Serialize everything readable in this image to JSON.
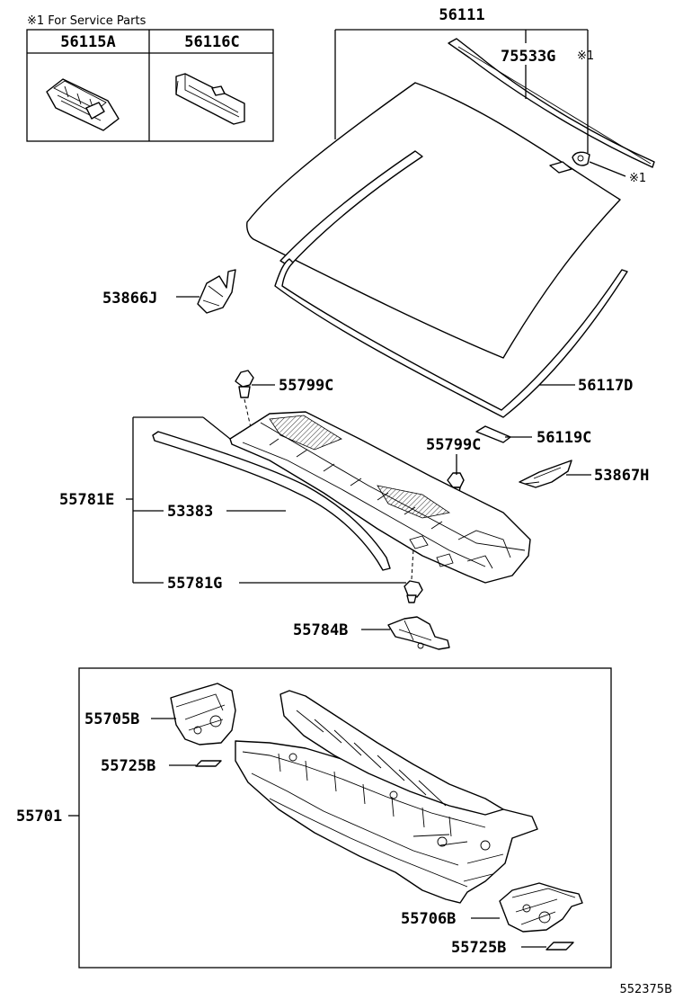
{
  "service_note": "※1 For Service Parts",
  "service_table": {
    "col1": "56115A",
    "col2": "56116C"
  },
  "labels": {
    "p56111": "56111",
    "p75533G": "75533G",
    "mark_top": "※1",
    "mark_clip": "※1",
    "p53866J": "53866J",
    "p55799C_top": "55799C",
    "p56117D": "56117D",
    "p55799C_mid": "55799C",
    "p56119C": "56119C",
    "p53867H": "53867H",
    "p55781E": "55781E",
    "p53383": "53383",
    "p55781G": "55781G",
    "p55784B": "55784B",
    "p55705B": "55705B",
    "p55725B_left": "55725B",
    "p55701": "55701",
    "p55706B": "55706B",
    "p55725B_right": "55725B"
  },
  "diagram_id": "552375B"
}
